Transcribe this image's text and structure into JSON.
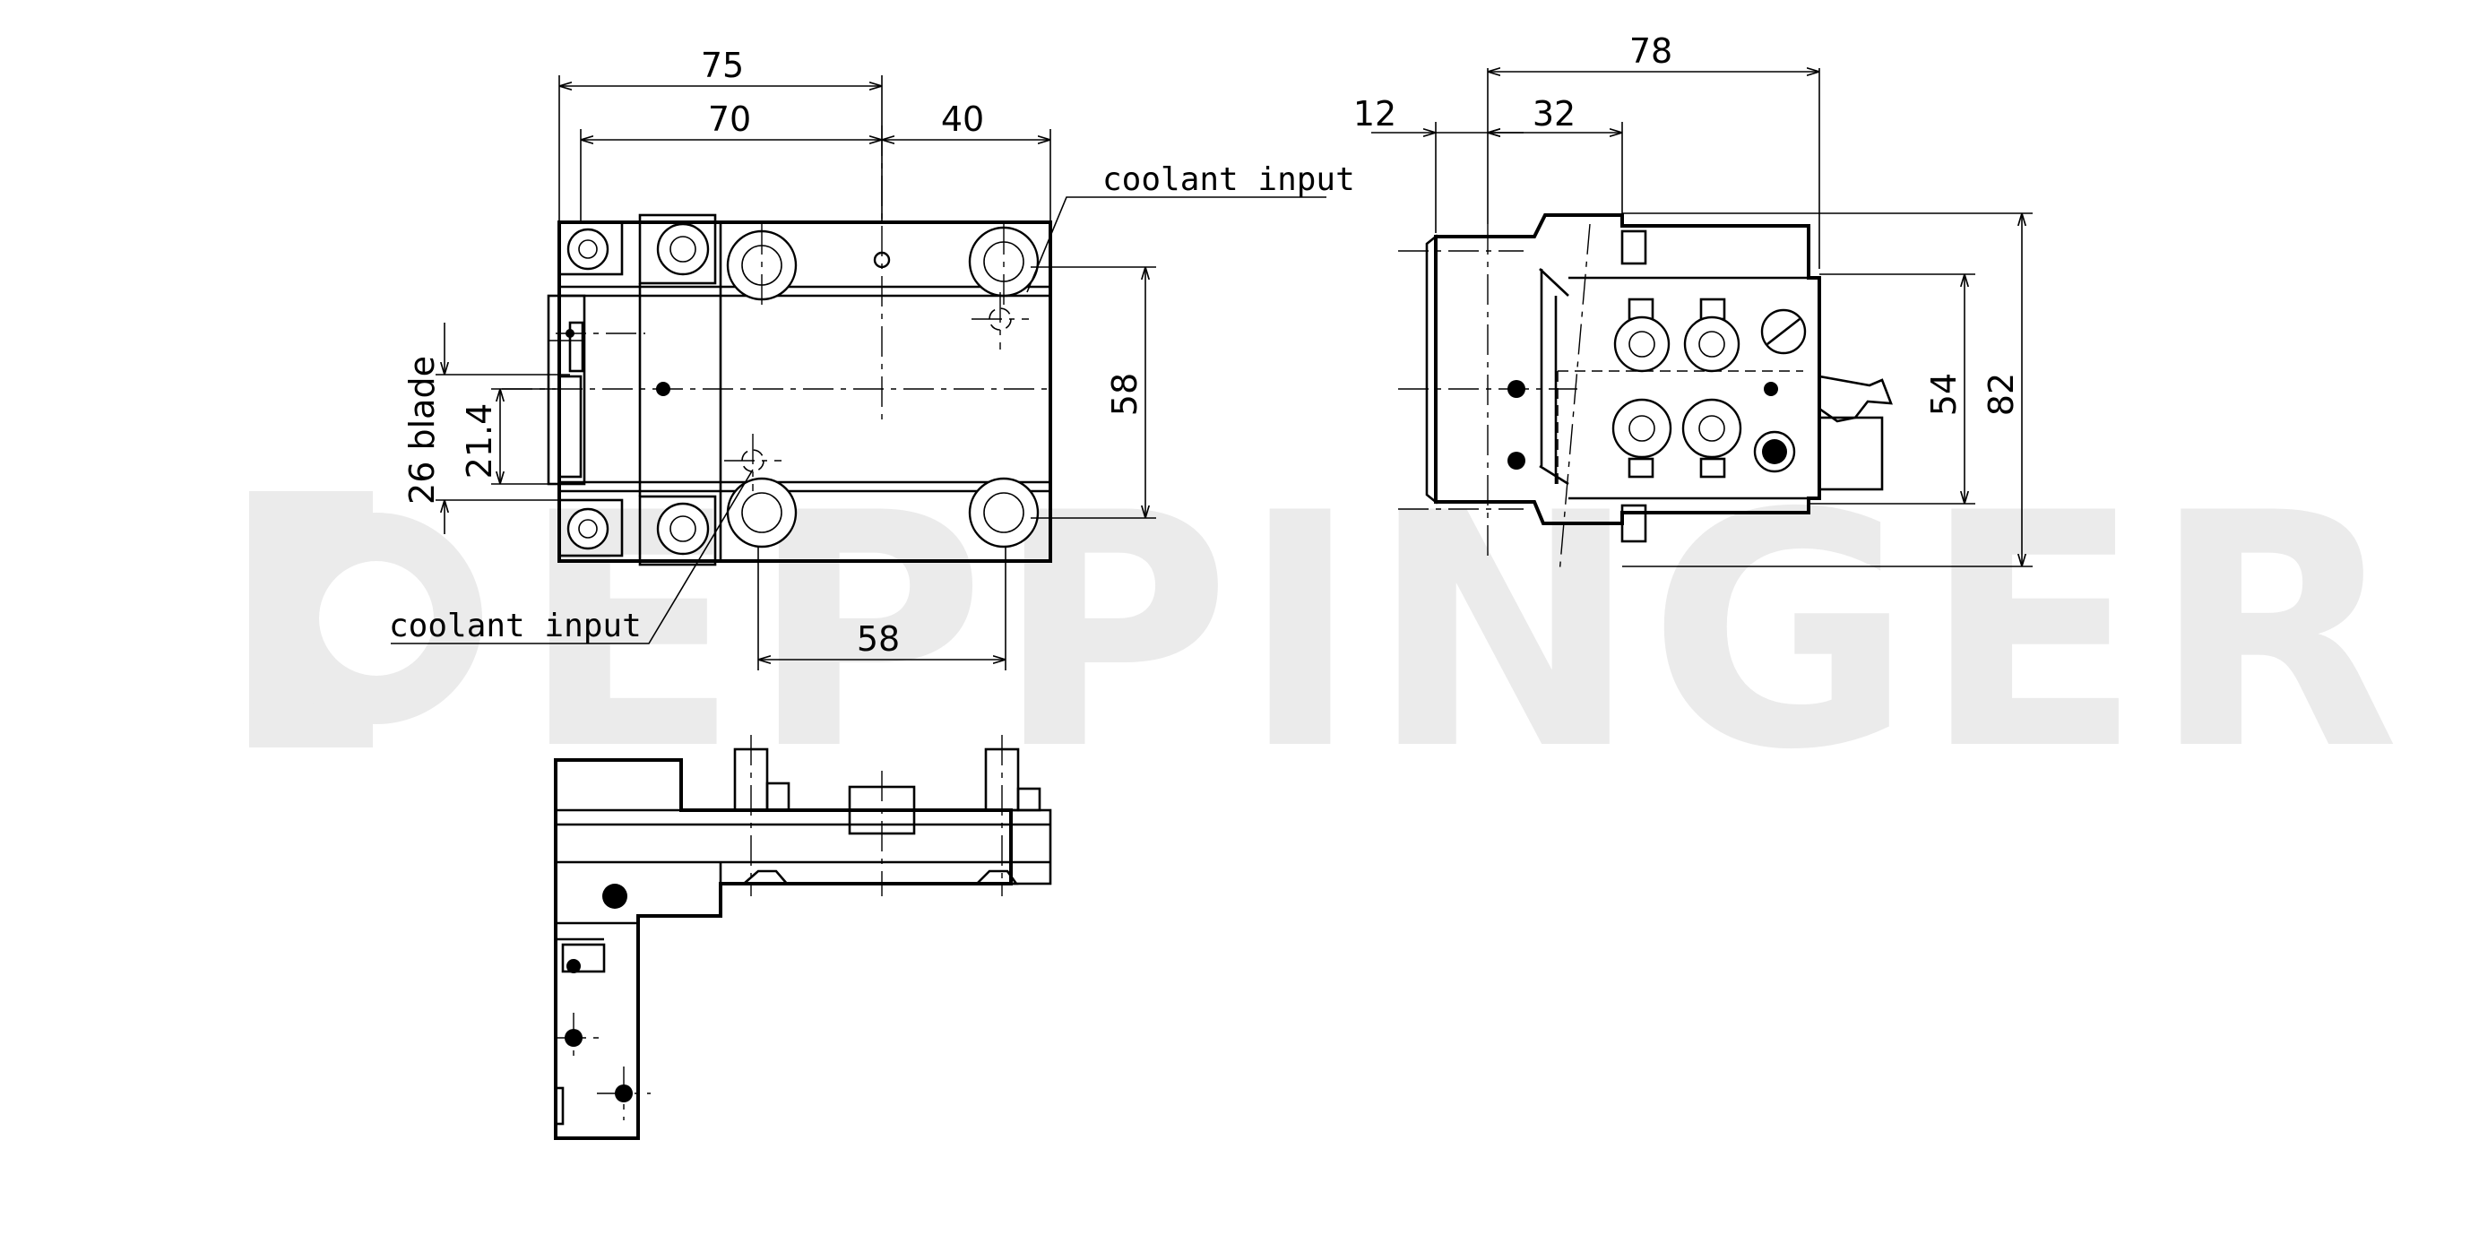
{
  "watermark": {
    "text": "EPPINGER",
    "color": "#ebebeb"
  },
  "labels": {
    "coolant_top": "coolant input",
    "coolant_bottom": "coolant input",
    "blade": "26 blade"
  },
  "dimensions": {
    "front_75": "75",
    "front_70": "70",
    "front_40": "40",
    "front_58_vertical": "58",
    "front_58_horizontal": "58",
    "front_21_4": "21.4",
    "side_78": "78",
    "side_12": "12",
    "side_32": "32",
    "side_54": "54",
    "side_82": "82"
  },
  "colors": {
    "line": "#000000",
    "background": "#ffffff"
  }
}
